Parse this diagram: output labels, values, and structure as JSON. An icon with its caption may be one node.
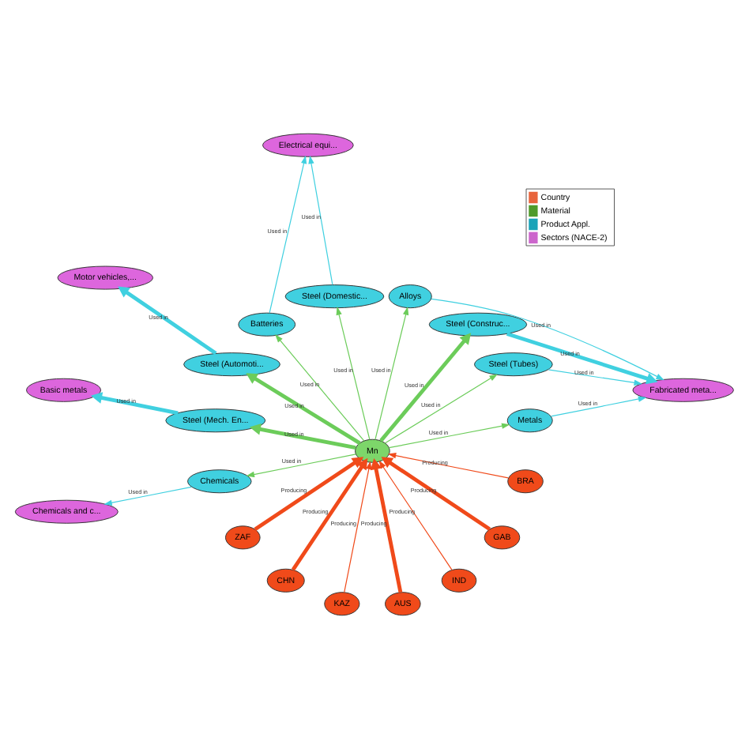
{
  "diagram": {
    "nodes": [
      {
        "text": [
          "Mn"
        ]
      },
      {
        "text": [
          "ZAF"
        ]
      },
      {
        "text": [
          "CHN"
        ]
      },
      {
        "text": [
          "KAZ"
        ]
      },
      {
        "text": [
          "AUS"
        ]
      },
      {
        "text": [
          "IND"
        ]
      },
      {
        "text": [
          "GAB"
        ]
      },
      {
        "text": [
          "BRA"
        ]
      },
      {
        "text": [
          "Metals"
        ]
      },
      {
        "text": [
          "Steel (Tubes)"
        ]
      },
      {
        "text": [
          "Steel (Construc..."
        ]
      },
      {
        "text": [
          "Alloys"
        ]
      },
      {
        "text": [
          "Steel (Domestic..."
        ]
      },
      {
        "text": [
          "Batteries"
        ]
      },
      {
        "text": [
          "Steel (Automoti..."
        ]
      },
      {
        "text": [
          "Steel (Mech. En..."
        ]
      },
      {
        "text": [
          "Chemicals"
        ]
      },
      {
        "text": [
          "Fabricated meta..."
        ]
      },
      {
        "text": [
          "Electrical equi..."
        ]
      },
      {
        "text": [
          "Motor vehicles,..."
        ]
      },
      {
        "text": [
          "Basic metals"
        ]
      },
      {
        "text": [
          "Chemicals and c..."
        ]
      }
    ],
    "edges": [
      {
        "from": 1,
        "to": 0,
        "arrow": "to",
        "label": "Producing",
        "style": "thick",
        "color": "#f04a1a"
      },
      {
        "from": 2,
        "to": 0,
        "arrow": "to",
        "label": "Producing",
        "style": "thick",
        "color": "#f04a1a"
      },
      {
        "from": 3,
        "to": 0,
        "arrow": "to",
        "label": "Producing",
        "color": "#f04a1a"
      },
      {
        "from": 4,
        "to": 0,
        "arrow": "to",
        "label": "Producing",
        "style": "thick",
        "color": "#f04a1a"
      },
      {
        "from": 5,
        "to": 0,
        "arrow": "to",
        "label": "Producing",
        "color": "#f04a1a"
      },
      {
        "from": 6,
        "to": 0,
        "arrow": "to",
        "label": "Producing",
        "style": "thick",
        "color": "#f04a1a"
      },
      {
        "from": 7,
        "to": 0,
        "arrow": "to",
        "label": "Producing",
        "color": "#f04a1a"
      },
      {
        "from": 0,
        "to": 8,
        "arrow": "to",
        "label": "Used in",
        "color": "#6ccc5a"
      },
      {
        "from": 0,
        "to": 9,
        "arrow": "to",
        "label": "Used in",
        "color": "#6ccc5a"
      },
      {
        "from": 0,
        "to": 10,
        "arrow": "to",
        "label": "Used in",
        "style": "thick",
        "color": "#6ccc5a"
      },
      {
        "from": 0,
        "to": 11,
        "arrow": "to",
        "label": "Used in",
        "color": "#6ccc5a"
      },
      {
        "from": 0,
        "to": 12,
        "arrow": "to",
        "label": "Used in",
        "color": "#6ccc5a"
      },
      {
        "from": 0,
        "to": 13,
        "arrow": "to",
        "label": "Used in",
        "color": "#6ccc5a"
      },
      {
        "from": 0,
        "to": 14,
        "arrow": "to",
        "label": "Used in",
        "style": "thick",
        "color": "#6ccc5a"
      },
      {
        "from": 0,
        "to": 15,
        "arrow": "to",
        "label": "Used in",
        "style": "thick",
        "color": "#6ccc5a"
      },
      {
        "from": 0,
        "to": 16,
        "arrow": "to",
        "label": "Used in",
        "color": "#6ccc5a"
      },
      {
        "from": 8,
        "to": 17,
        "arrow": "to",
        "label": "Used in",
        "color": "#40d0e0"
      },
      {
        "from": 9,
        "to": 17,
        "arrow": "to",
        "label": "Used in",
        "color": "#40d0e0"
      },
      {
        "from": 10,
        "to": 17,
        "arrow": "to",
        "label": "Used in",
        "style": "thick",
        "color": "#40d0e0"
      },
      {
        "from": 11,
        "to": 17,
        "arrow": "to",
        "label": "Used in",
        "color": "#40d0e0"
      },
      {
        "from": 12,
        "to": 18,
        "arrow": "to",
        "label": "Used in",
        "color": "#40d0e0"
      },
      {
        "from": 13,
        "to": 18,
        "arrow": "to",
        "label": "Used in",
        "color": "#40d0e0"
      },
      {
        "from": 14,
        "to": 19,
        "arrow": "to",
        "label": "Used in",
        "style": "thick",
        "color": "#40d0e0"
      },
      {
        "from": 15,
        "to": 20,
        "arrow": "to",
        "label": "Used in",
        "style": "thick",
        "color": "#40d0e0"
      },
      {
        "from": 16,
        "to": 21,
        "arrow": "to",
        "label": "Used in",
        "color": "#40d0e0"
      }
    ],
    "legend": [
      {
        "text": "Country",
        "color": "#e8643c"
      },
      {
        "text": "Material",
        "color": "#4f9a2a"
      },
      {
        "text": "Product Appl.",
        "color": "#1aa3b8"
      },
      {
        "text": "Sectors (NACE-2)",
        "color": "#cc66cc"
      }
    ]
  }
}
